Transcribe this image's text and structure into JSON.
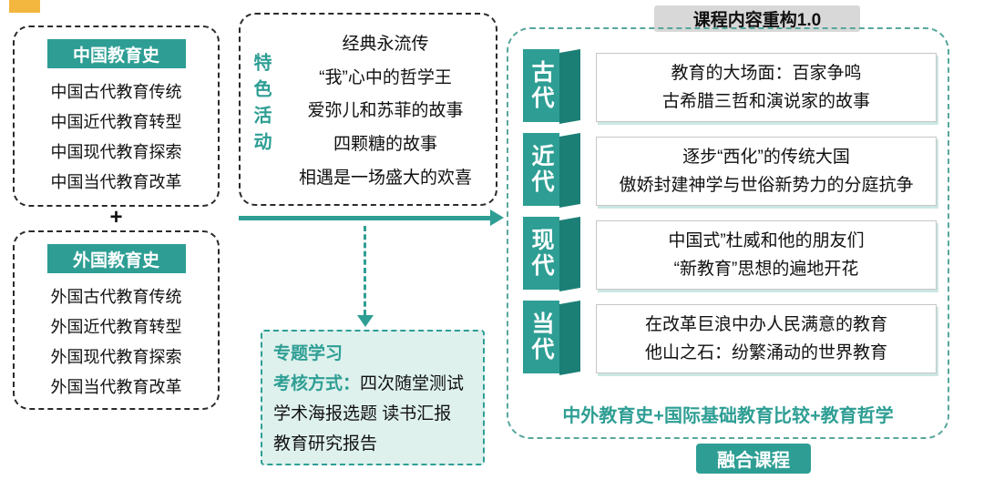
{
  "title_badge": "课程内容重构1.0",
  "left": {
    "china": {
      "header": "中国教育史",
      "items": [
        "中国古代教育传统",
        "中国近代教育转型",
        "中国现代教育探索",
        "中国当代教育改革"
      ]
    },
    "plus": "+",
    "foreign": {
      "header": "外国教育史",
      "items": [
        "外国古代教育传统",
        "外国近代教育转型",
        "外国现代教育探索",
        "外国当代教育改革"
      ]
    }
  },
  "middle": {
    "vertical_label": "特色活动",
    "activities": [
      "经典永流传",
      "“我”心中的哲学王",
      "爱弥儿和苏菲的故事",
      "四颗糖的故事",
      "相遇是一场盛大的欢喜"
    ]
  },
  "assessment": {
    "line1": "专题学习",
    "line2_label": "考核方式：",
    "line2_value": "四次随堂测试",
    "line3": "学术海报选题 读书汇报",
    "line4": "教育研究报告"
  },
  "right": {
    "eras": [
      {
        "label": "古代",
        "lines": [
          "教育的大场面：百家争鸣",
          "古希腊三哲和演说家的故事"
        ]
      },
      {
        "label": "近代",
        "lines": [
          "逐步“西化”的传统大国",
          "傲娇封建神学与世俗新势力的分庭抗争"
        ]
      },
      {
        "label": "现代",
        "lines": [
          "中国式”杜威和他的朋友们",
          "“新教育”思想的遍地开花"
        ]
      },
      {
        "label": "当代",
        "lines": [
          "在改革巨浪中办人民满意的教育",
          "他山之石：纷繁涌动的世界教育"
        ]
      }
    ],
    "formula": "中外教育史+国际基础教育比较+教育哲学",
    "badge": "融合课程"
  },
  "colors": {
    "teal": "#2e9e94",
    "teal_dark": "#1b7f75",
    "light_teal_bg": "#def1ed",
    "gray_badge": "#d8d8d8",
    "yellow": "#f3b63f"
  }
}
